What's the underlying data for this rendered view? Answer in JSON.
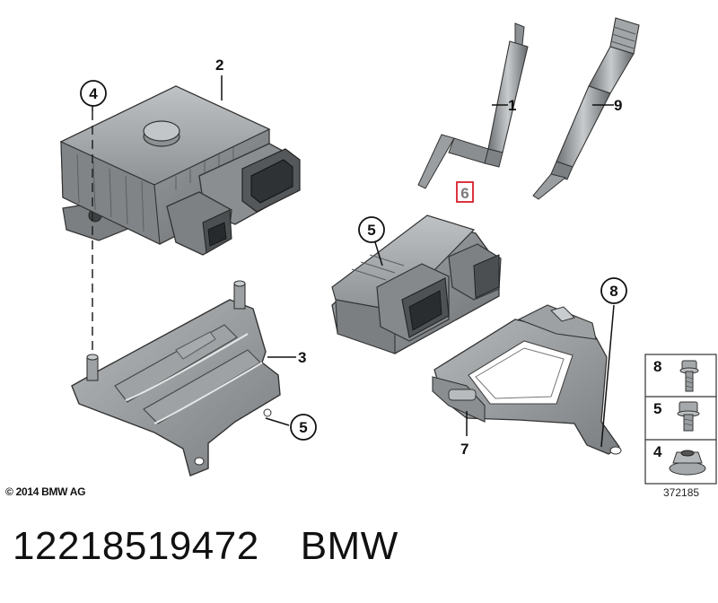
{
  "diagram": {
    "callouts": {
      "c1": "1",
      "c2": "2",
      "c3": "3",
      "c4_circled_left": "4",
      "c5_circled_right_bracket": "5",
      "c5_circled_control_unit": "5",
      "c6_highlighted": "6",
      "c7": "7",
      "c8_circled": "8",
      "c9": "9"
    },
    "fastener_legend": [
      {
        "label": "8",
        "icon": "bolt-with-washer-icon"
      },
      {
        "label": "5",
        "icon": "bolt-icon"
      },
      {
        "label": "4",
        "icon": "flange-nut-icon"
      }
    ],
    "image_number": "372185",
    "copyright": "© 2014 BMW AG",
    "highlight_color": "#d81e2c"
  },
  "footer": {
    "part_number": "12218519472",
    "brand": "BMW"
  }
}
